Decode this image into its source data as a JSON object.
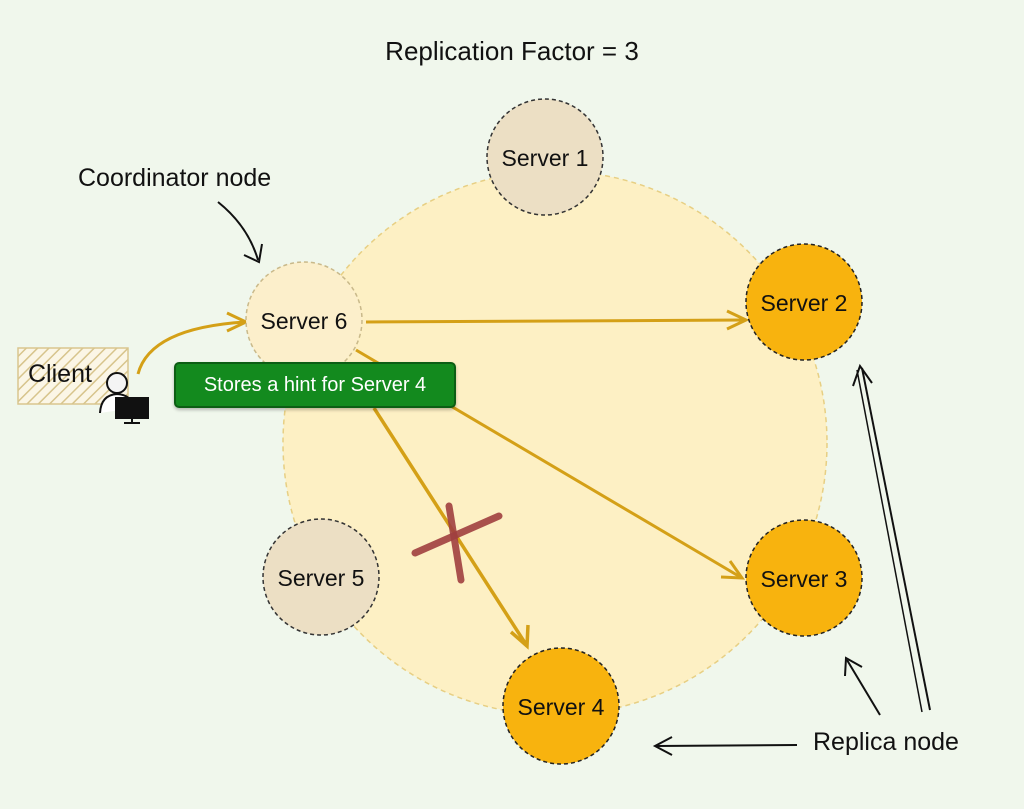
{
  "title": "Replication Factor = 3",
  "annotations": {
    "coordinator": "Coordinator node",
    "replica": "Replica node"
  },
  "client": {
    "label": "Client",
    "icon": "user-computer-icon"
  },
  "hint": "Stores a hint for Server 4",
  "servers": [
    {
      "id": "server-1",
      "label": "Server 1",
      "role": "other"
    },
    {
      "id": "server-2",
      "label": "Server 2",
      "role": "replica"
    },
    {
      "id": "server-3",
      "label": "Server 3",
      "role": "replica"
    },
    {
      "id": "server-4",
      "label": "Server 4",
      "role": "replica"
    },
    {
      "id": "server-5",
      "label": "Server 5",
      "role": "other"
    },
    {
      "id": "server-6",
      "label": "Server 6",
      "role": "coordinator"
    }
  ],
  "colors": {
    "background": "#f0f7ec",
    "ring": "#fdf0c4",
    "other_node": "#ecdfc4",
    "coordinator_node": "#fcefcb",
    "replica_node": "#f8b30e",
    "arrow": "#d4a017",
    "failed_mark": "#a04040",
    "hint_box": "#138a1e"
  }
}
